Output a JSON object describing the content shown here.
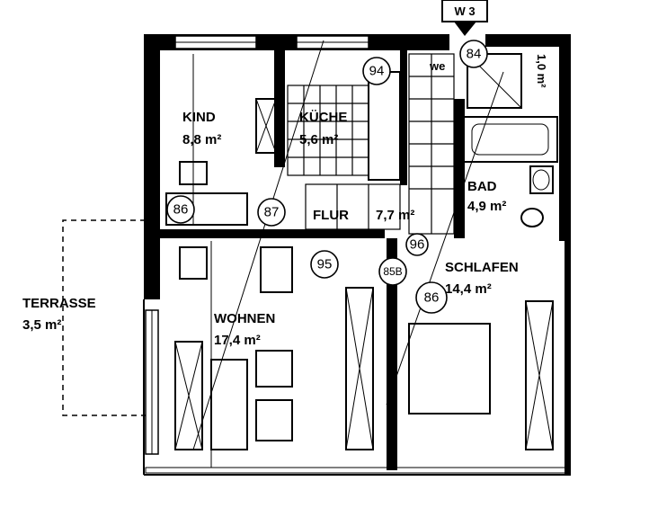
{
  "marker_w": "W 3",
  "marker_num": "84",
  "wc_label": "we",
  "vert_label": "1,0 m²",
  "rooms": {
    "kind": {
      "name": "KIND",
      "area": "8,8 m²"
    },
    "kueche": {
      "name": "KÜCHE",
      "area": "5,6 m²"
    },
    "flur": {
      "name": "FLUR",
      "area": "7,7 m²"
    },
    "bad": {
      "name": "BAD",
      "area": "4,9 m²"
    },
    "terrasse": {
      "name": "TERRASSE",
      "area": "3,5 m²"
    },
    "wohnen": {
      "name": "WOHNEN",
      "area": "17,4 m²"
    },
    "schlafen": {
      "name": "SCHLAFEN",
      "area": "14,4 m²"
    }
  },
  "markers": {
    "m94": "94",
    "m86a": "86",
    "m87": "87",
    "m96": "96",
    "m95": "95",
    "m85b": "85B",
    "m86b": "86"
  }
}
